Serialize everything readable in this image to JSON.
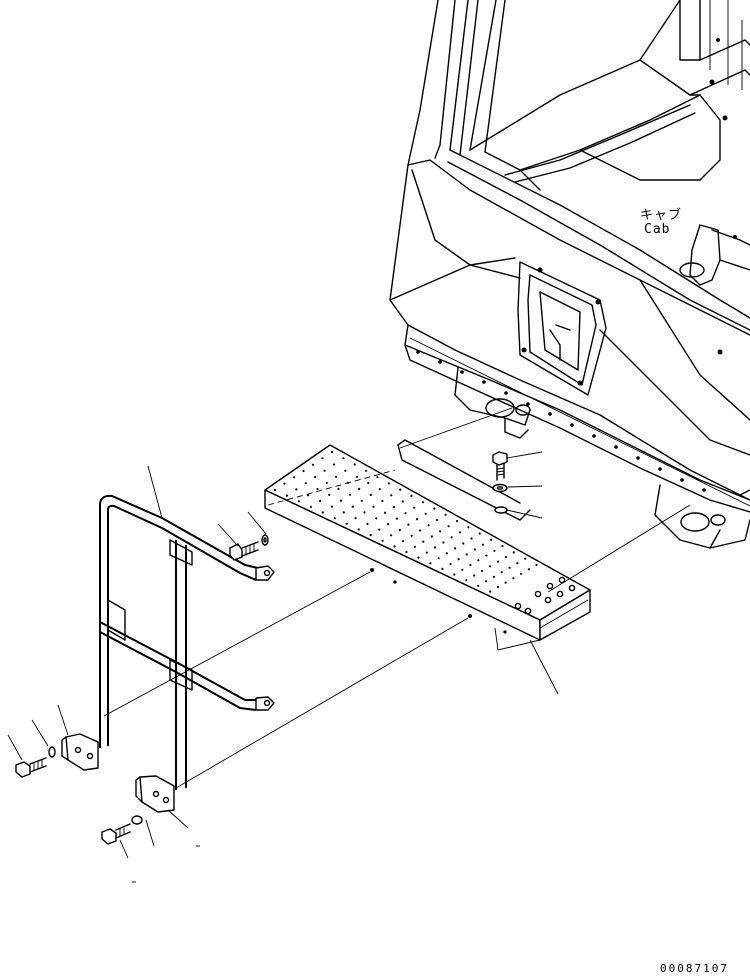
{
  "labels": {
    "cab_japanese": "キャブ",
    "cab_english": "Cab",
    "drawing_number": "00087107"
  },
  "colors": {
    "line": "#000000",
    "background": "#ffffff"
  }
}
